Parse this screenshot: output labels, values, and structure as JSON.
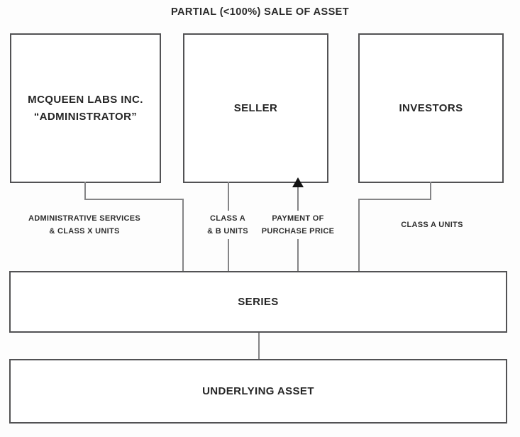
{
  "title": "PARTIAL (<100%) SALE OF ASSET",
  "nodes": {
    "administrator": {
      "line1": "MCQUEEN LABS INC.",
      "line2": "“ADMINISTRATOR”"
    },
    "seller": {
      "label": "SELLER"
    },
    "investors": {
      "label": "INVESTORS"
    },
    "series": {
      "label": "SERIES"
    },
    "underlying_asset": {
      "label": "UNDERLYING ASSET"
    }
  },
  "edges": {
    "admin_to_series": {
      "line1": "ADMINISTRATIVE SERVICES",
      "line2": "& CLASS X UNITS"
    },
    "series_to_seller_units": {
      "line1": "CLASS A",
      "line2": "& B UNITS"
    },
    "series_to_seller_payment": {
      "line1": "PAYMENT OF",
      "line2": "PURCHASE PRICE"
    },
    "investors_to_series": {
      "label": "CLASS A UNITS"
    }
  },
  "colors": {
    "background": "#fdfdfd",
    "box_border": "#525254",
    "connector_line": "#848486",
    "arrow": "#131313",
    "text": "#262626"
  }
}
